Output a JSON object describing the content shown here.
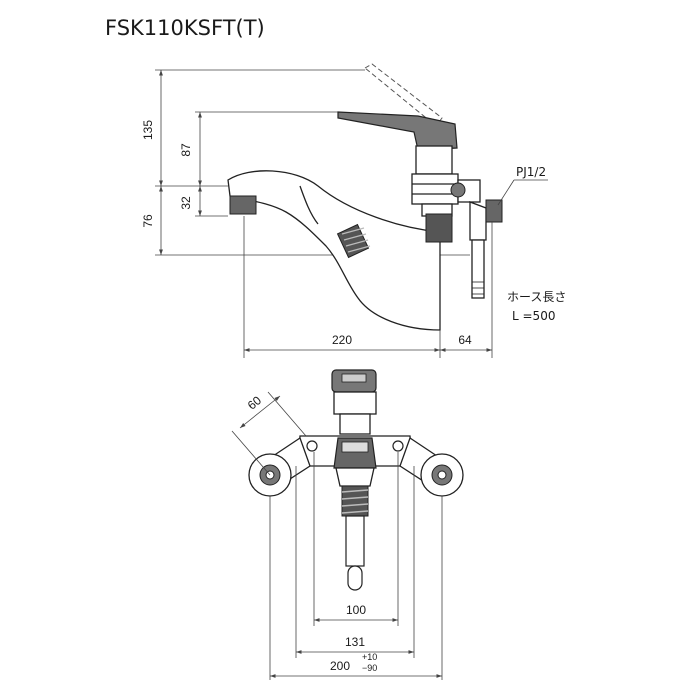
{
  "title": "FSK110KSFT(T)",
  "side_view": {
    "dimensions": {
      "d135": "135",
      "d87": "87",
      "d32": "32",
      "d76": "76",
      "d220": "220",
      "d64": "64"
    },
    "pipe_thread": "PJ1/2",
    "hose_note_line1": "ホース長さ",
    "hose_note_line2": "L =500"
  },
  "front_view": {
    "dimensions": {
      "d60": "60",
      "d100": "100",
      "d131": "131",
      "d200": "200",
      "tol_plus": "+10",
      "tol_minus": "−90"
    }
  },
  "colors": {
    "line": "#222222",
    "dim_line": "#444444",
    "handle_fill": "#777777",
    "dark_fill": "#555555"
  }
}
